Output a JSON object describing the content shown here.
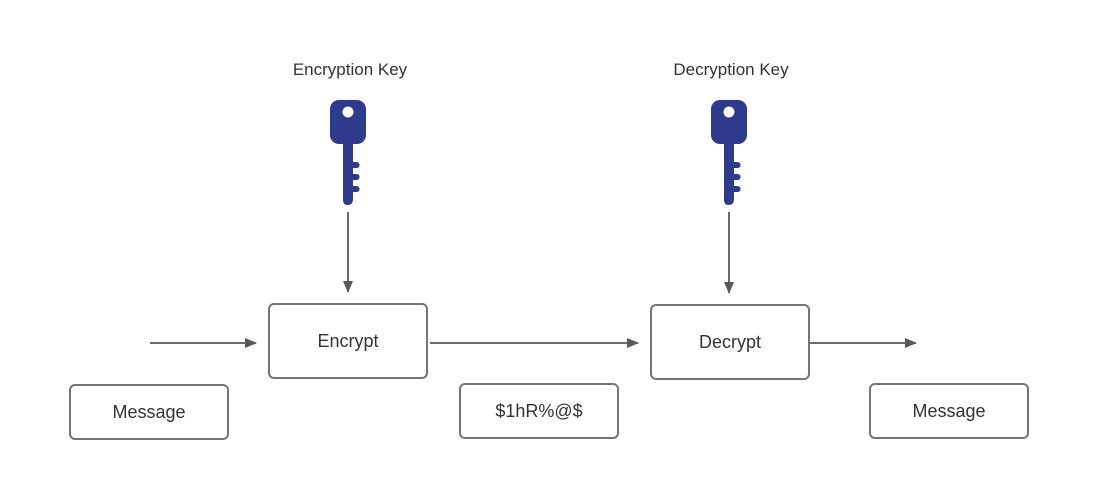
{
  "diagram": {
    "encryption_key": {
      "label": "Encryption Key"
    },
    "decryption_key": {
      "label": "Decryption Key"
    },
    "encrypt_box": {
      "label": "Encrypt"
    },
    "decrypt_box": {
      "label": "Decrypt"
    },
    "input_message_box": {
      "label": "Message"
    },
    "ciphertext_box": {
      "label": "$1hR%@$"
    },
    "output_message_box": {
      "label": "Message"
    },
    "colors": {
      "key_fill": "#2e3a8c",
      "key_hole": "#ffffff",
      "arrow": "#595959",
      "box_border": "#757575",
      "text": "#333333",
      "background": "#ffffff"
    }
  }
}
